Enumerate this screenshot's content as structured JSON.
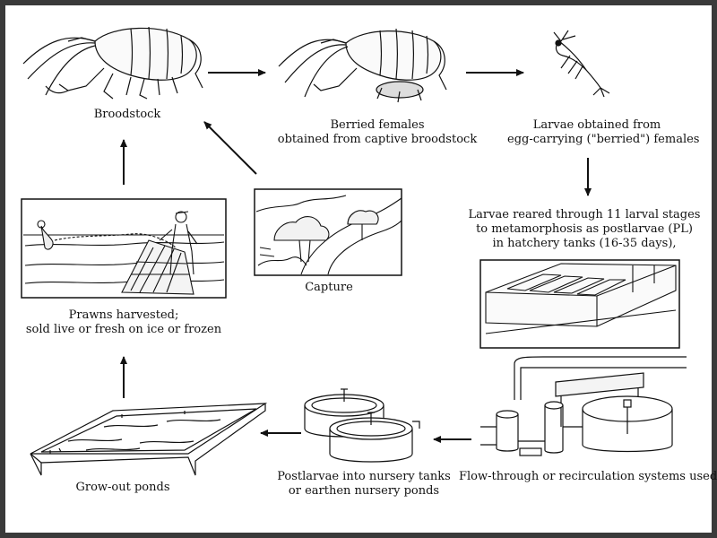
{
  "labels": {
    "broodstock": "Broodstock",
    "berried_1": "Berried females",
    "berried_2": "obtained from captive broodstock",
    "larvae_1": "Larvae obtained from",
    "larvae_2": "egg-carrying (\"berried\") females",
    "reared_1": "Larvae reared through 11 larval stages",
    "reared_2": "to metamorphosis as postlarvae (PL)",
    "reared_3": "in hatchery tanks (16-35 days),",
    "capture": "Capture",
    "harvest_1": "Prawns harvested;",
    "harvest_2": "sold live or fresh on ice or frozen",
    "flow": "Flow-through or recirculation systems used",
    "nursery_1": "Postlarvae into nursery tanks",
    "nursery_2": "or earthen nursery ponds",
    "growout": "Grow-out ponds"
  },
  "colors": {
    "frame": "#3a3a3a",
    "ink": "#111111",
    "background": "#ffffff"
  },
  "icons": [
    "prawn-illustration",
    "larva-illustration",
    "capture-scene",
    "harvest-scene",
    "hatchery-tank",
    "recirculation-system",
    "nursery-tanks",
    "growout-pond"
  ]
}
